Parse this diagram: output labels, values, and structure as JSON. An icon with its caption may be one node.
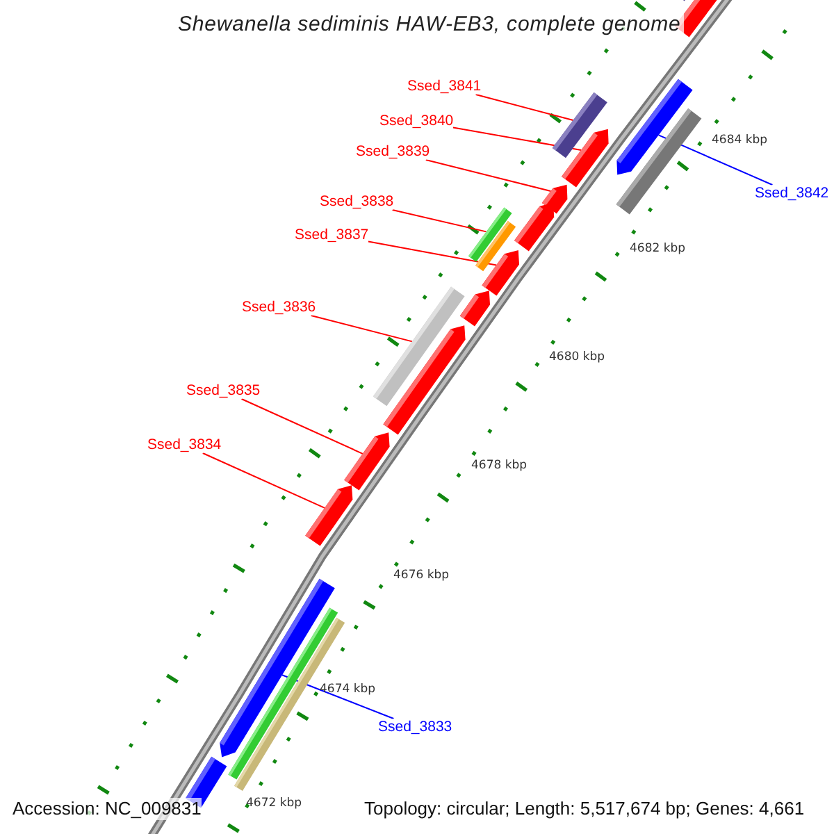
{
  "diagram": {
    "title": "Shewanella sediminis HAW-EB3, complete genome",
    "nodes": [
      {
        "text": [
          "Ssed_3841"
        ]
      },
      {
        "text": [
          "Ssed_3840"
        ]
      },
      {
        "text": [
          "Ssed_3839"
        ]
      },
      {
        "text": [
          "Ssed_3838"
        ]
      },
      {
        "text": [
          "Ssed_3837"
        ]
      },
      {
        "text": [
          "Ssed_3836"
        ]
      },
      {
        "text": [
          "Ssed_3835"
        ]
      },
      {
        "text": [
          "Ssed_3834"
        ]
      },
      {
        "text": [
          "Ssed_3842"
        ]
      },
      {
        "text": [
          "Ssed_3833"
        ]
      },
      {
        "text": [],
        "shape": "bar"
      },
      {
        "text": [],
        "shape": "bar"
      },
      {
        "text": [],
        "shape": "bar"
      },
      {
        "text": [],
        "shape": "bar"
      },
      {
        "text": [],
        "shape": "bar"
      },
      {
        "text": [],
        "shape": "bar"
      },
      {
        "text": [],
        "shape": "bar"
      },
      {
        "text": [],
        "shape": "bar"
      },
      {
        "text": [],
        "shape": "bar"
      },
      {
        "text": [],
        "shape": "bar"
      },
      {
        "text": [],
        "shape": "bar"
      },
      {
        "text": [],
        "shape": "bar"
      },
      {
        "text": [],
        "shape": "bar"
      },
      {
        "text": [],
        "shape": "bar"
      },
      {
        "text": [],
        "shape": "bar"
      },
      {
        "text": [],
        "shape": "bar"
      },
      {
        "text": [],
        "shape": "bar"
      },
      {
        "text": [],
        "shape": "bar"
      },
      {
        "text": [],
        "shape": "bar"
      },
      {
        "text": [],
        "shape": "bar"
      }
    ],
    "edges": [
      {
        "from": 0,
        "to": 14,
        "arrow": "none"
      },
      {
        "from": 1,
        "to": 15,
        "arrow": "none"
      },
      {
        "from": 2,
        "to": 16,
        "arrow": "none"
      },
      {
        "from": 3,
        "to": 18,
        "arrow": "none"
      },
      {
        "from": 4,
        "to": 20,
        "arrow": "none"
      },
      {
        "from": 5,
        "to": 22,
        "arrow": "none"
      },
      {
        "from": 6,
        "to": 24,
        "arrow": "none"
      },
      {
        "from": 7,
        "to": 25,
        "arrow": "none"
      },
      {
        "from": 8,
        "to": 12,
        "arrow": "none",
        "color": "#0000ff"
      },
      {
        "from": 9,
        "to": 26,
        "arrow": "none",
        "color": "#0000ff"
      }
    ],
    "labels": [
      "4684 kbp",
      "4682 kbp",
      "4680 kbp",
      "4678 kbp",
      "4676 kbp",
      "4674 kbp",
      "4672 kbp",
      "Accession: NC_009831",
      "Topology: circular; Length: 5,517,674 bp; Genes: 4,661"
    ]
  }
}
